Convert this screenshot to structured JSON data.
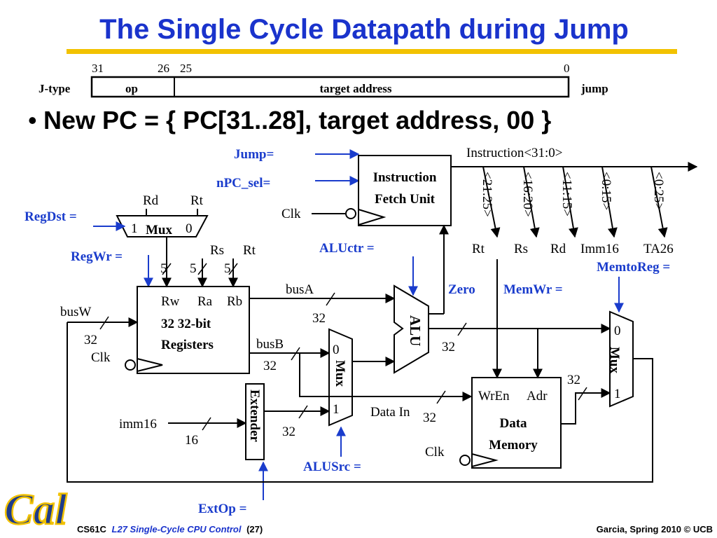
{
  "slide": {
    "title": "The Single Cycle Datapath during Jump",
    "bullet_symbol": "•",
    "bullet": "New PC = { PC[31..28], target address, 00 }"
  },
  "format": {
    "row_label": "J-type",
    "bit_31": "31",
    "bit_26": "26",
    "bit_25": "25",
    "bit_0": "0",
    "field_op": "op",
    "field_target": "target address",
    "instr_name": "jump"
  },
  "controls": {
    "jump": "Jump=",
    "npc_sel": "nPC_sel=",
    "regdst": "RegDst =",
    "regwr": "RegWr =",
    "aluctr": "ALUctr =",
    "zero": "Zero",
    "memwr": "MemWr =",
    "memtoreg": "MemtoReg =",
    "alusrc": "ALUSrc =",
    "extop": "ExtOp ="
  },
  "fetch": {
    "line1": "Instruction",
    "line2": "Fetch Unit",
    "clk": "Clk",
    "instr_bus": "Instruction<31:0>"
  },
  "fields": [
    {
      "bits": "<21:25>",
      "name": "Rt"
    },
    {
      "bits": "<16:20>",
      "name": "Rs"
    },
    {
      "bits": "<11:15>",
      "name": "Rd"
    },
    {
      "bits": "<0:15>",
      "name": "Imm16"
    },
    {
      "bits": "<0:25>",
      "name": "TA26"
    }
  ],
  "regdst_mux": {
    "in_rd": "Rd",
    "in_rt": "Rt",
    "in1": "1",
    "in0": "0",
    "label": "Mux"
  },
  "regfile": {
    "rs": "Rs",
    "rt": "Rt",
    "w5a": "5",
    "w5b": "5",
    "w5c": "5",
    "rw": "Rw",
    "ra": "Ra",
    "rb": "Rb",
    "line1": "32 32-bit",
    "line2": "Registers",
    "busw": "busW",
    "w32_busw": "32",
    "clk": "Clk"
  },
  "alu": {
    "label": "ALU",
    "busa": "busA",
    "w32_busa": "32",
    "w32_out": "32"
  },
  "alusrc_mux": {
    "label": "Mux",
    "in0": "0",
    "in1": "1",
    "busb": "busB",
    "w32_busb": "32",
    "w32_ext": "32"
  },
  "extender": {
    "label": "Extender",
    "imm16": "imm16",
    "w16": "16"
  },
  "memory": {
    "wren": "WrEn",
    "adr": "Adr",
    "line1": "Data",
    "line2": "Memory",
    "data_in": "Data In",
    "w32_datain": "32",
    "clk": "Clk"
  },
  "memtoreg_mux": {
    "label": "Mux",
    "in0": "0",
    "in1": "1",
    "w32_mem": "32"
  },
  "footer": {
    "logo": "Cal",
    "course": "CS61C",
    "lecture": "L27 Single-Cycle CPU Control",
    "page": "(27)",
    "credit": "Garcia, Spring 2010 © UCB"
  },
  "colors": {
    "title": "#1a33cc",
    "control_label": "#1a3ccc",
    "control_arrow": "#1a3ccc",
    "rule": "#f2c200",
    "logo_fill": "#1f3c8a",
    "logo_stroke": "#f2c200"
  }
}
